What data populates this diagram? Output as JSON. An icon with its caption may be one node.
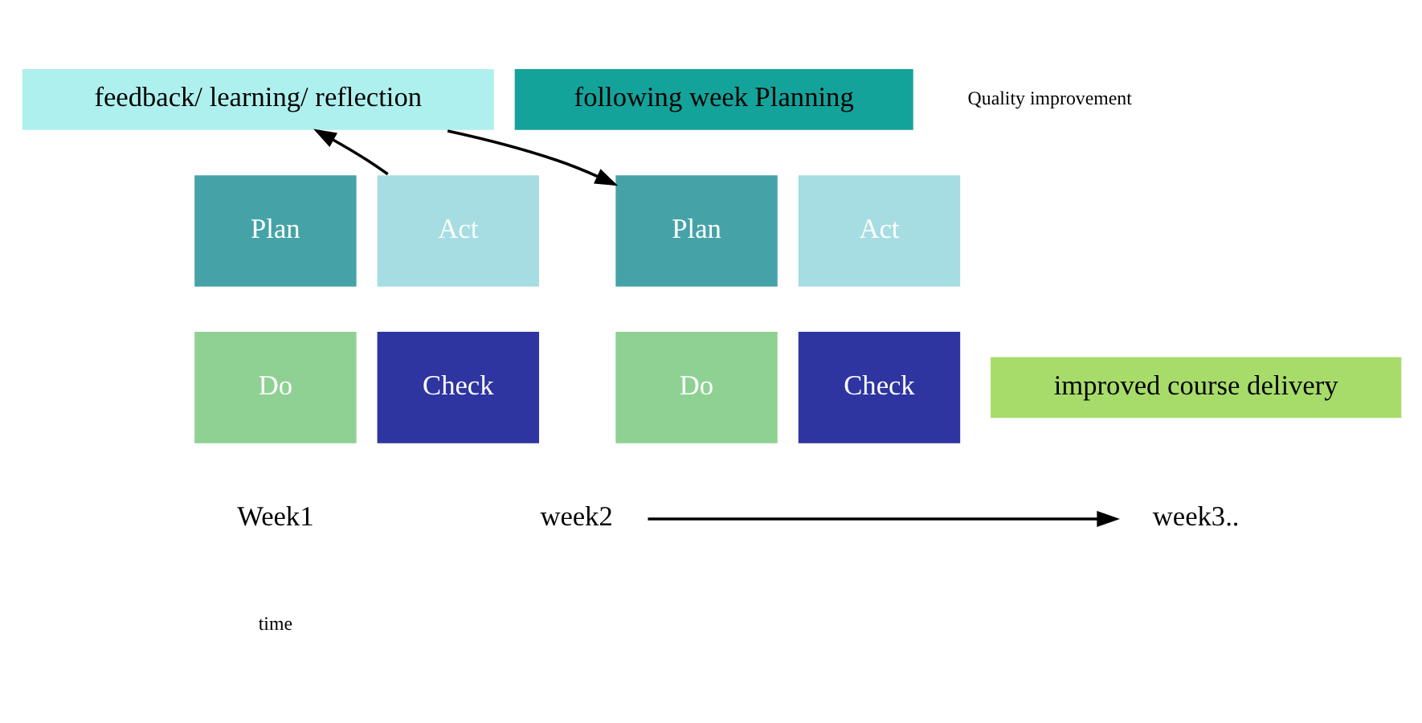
{
  "diagram": {
    "nodes": [
      {
        "text": [
          "Act"
        ]
      },
      {
        "text": [
          "Plan"
        ]
      },
      {
        "text": [
          "Check"
        ]
      },
      {
        "text": [
          "Do"
        ]
      },
      {
        "text": [
          "feedback/ learning/ reflection"
        ]
      },
      {
        "text": [
          "Act"
        ]
      },
      {
        "text": [
          "Plan"
        ]
      },
      {
        "text": [
          "Check"
        ]
      },
      {
        "text": [
          "Do"
        ]
      },
      {
        "text": [
          "following week Planning"
        ]
      },
      {
        "text": [
          "improved course delivery"
        ]
      },
      {
        "text": [
          "week2"
        ]
      },
      {
        "text": [
          "week3.."
        ]
      }
    ],
    "edges": [
      {
        "from": 0,
        "to": 4,
        "arrow": "to"
      },
      {
        "from": 4,
        "to": 6,
        "arrow": "to"
      },
      {
        "from": 11,
        "to": 12,
        "arrow": "to"
      }
    ],
    "labels": [
      "Week1",
      "time",
      "Quality improvement"
    ]
  }
}
